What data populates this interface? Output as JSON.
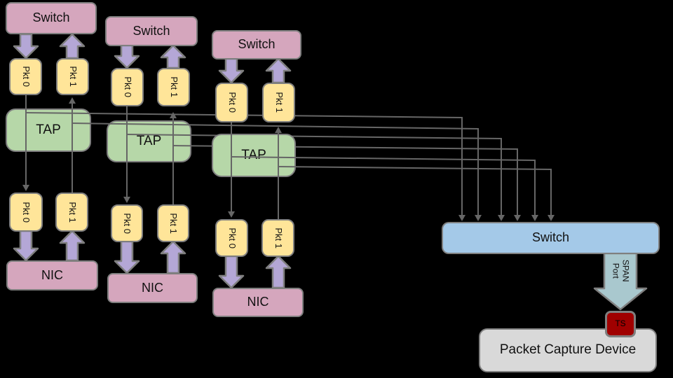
{
  "labels": {
    "edge_switch": "Switch",
    "tap": "TAP",
    "nic": "NIC",
    "pkt0": "Pkt 0",
    "pkt1": "Pkt 1",
    "aggregation_switch": "Switch",
    "span_line1": "SPAN",
    "span_line2": "Port",
    "ts": "TS",
    "capture_device": "Packet Capture Device"
  },
  "colors": {
    "bg": "#000000",
    "text": "#111111",
    "box_border": "#7f7f7f",
    "line": "#666666",
    "switch_fill": "#d5a6bd",
    "nic_fill": "#d5a6bd",
    "pkt_fill": "#ffe599",
    "tap_fill": "#b6d7a8",
    "agg_switch_fill": "#a4c9e8",
    "purple_arrow_fill": "#b4a7d6",
    "span_arrow_fill": "#a9c8ce",
    "ts_fill": "#a00000",
    "ts_text": "#000000",
    "capture_fill": "#d9d9d9"
  }
}
